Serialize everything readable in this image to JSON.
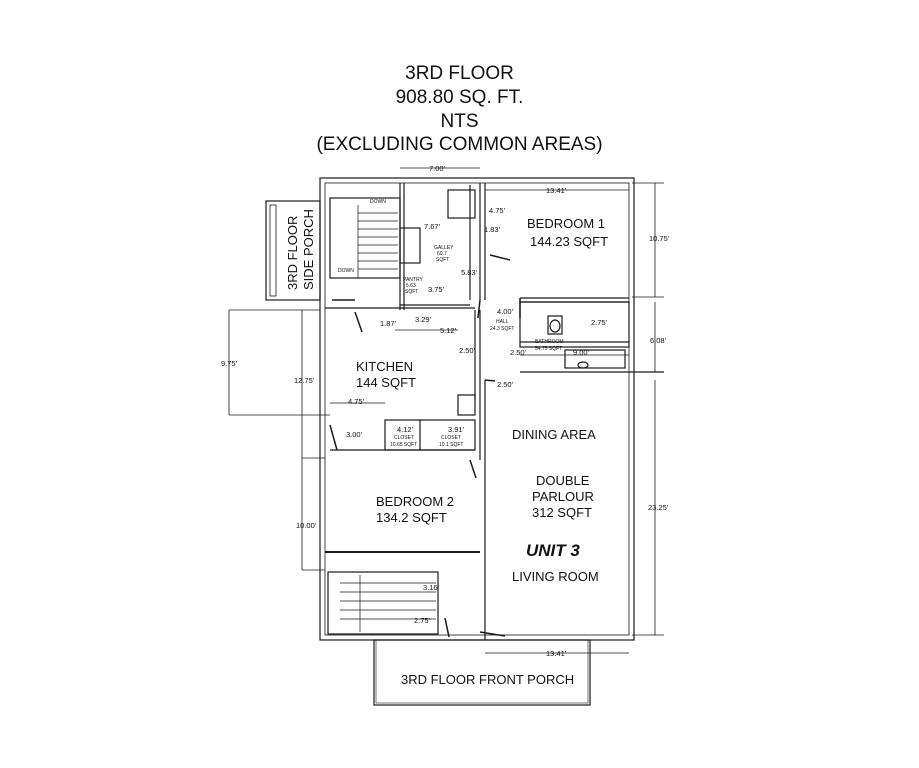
{
  "title": {
    "line1": "3RD FLOOR",
    "line2": "908.80 SQ. FT.",
    "line3": "NTS",
    "line4": "(EXCLUDING COMMON AREAS)"
  },
  "rooms": {
    "bedroom1_name": "BEDROOM 1",
    "bedroom1_area": "144.23 SQFT",
    "kitchen_name": "KITCHEN",
    "kitchen_area": "144 SQFT",
    "bedroom2_name": "BEDROOM 2",
    "bedroom2_area": "134.2 SQFT",
    "dining": "DINING AREA",
    "parlour_line1": "DOUBLE",
    "parlour_line2": "PARLOUR",
    "parlour_area": "312 SQFT",
    "unit": "UNIT 3",
    "living": "LIVING ROOM",
    "side_porch_line1": "3RD FLOOR",
    "side_porch_line2": "SIDE PORCH",
    "front_porch": "3RD FLOOR FRONT PORCH",
    "galley_line1": "GALLEY",
    "galley_line2": "60.7",
    "galley_line3": "SQFT",
    "pantry_line1": "PANTRY",
    "pantry_line2": "5.63",
    "pantry_line3": "SQFT",
    "hall_line1": "HALL",
    "hall_line2": "24.3 SQFT",
    "bathroom_line1": "BATHROOM",
    "bathroom_line2": "54.75 SQFT",
    "closet1_name": "CLOSET",
    "closet1_area": "10.65 SQFT",
    "closet2_name": "CLOSET",
    "closet2_area": "10.1 SQFT",
    "stair_down_1": "DOWN",
    "stair_down_2": "DOWN"
  },
  "dimensions": {
    "d_7_00": "7.00'",
    "d_13_41_top": "13.41'",
    "d_10_75": "10.75'",
    "d_4_75_bed": "4.75'",
    "d_1_83": "1.83'",
    "d_7_67": "7.67'",
    "d_5_83": "5.83'",
    "d_3_75": "3.75'",
    "d_4_00": "4.00'",
    "d_2_75_bath": "2.75'",
    "d_6_08": "6.08'",
    "d_1_87": "1.87'",
    "d_3_29": "3.29'",
    "d_5_12": "5.12'",
    "d_2_50_a": "2.50'",
    "d_2_50_b": "2.50'",
    "d_9_00": "9.00'",
    "d_2_50_c": "2.50'",
    "d_9_75": "9.75'",
    "d_12_75": "12.75'",
    "d_4_75_kit": "4.75'",
    "d_3_00": "3.00'",
    "d_4_12": "4.12'",
    "d_3_91": "3.91'",
    "d_23_25": "23.25'",
    "d_10_00": "10.00'",
    "d_3_16": "3.16'",
    "d_2_75_stair": "2.75'",
    "d_13_41_bottom": "13.41'"
  }
}
